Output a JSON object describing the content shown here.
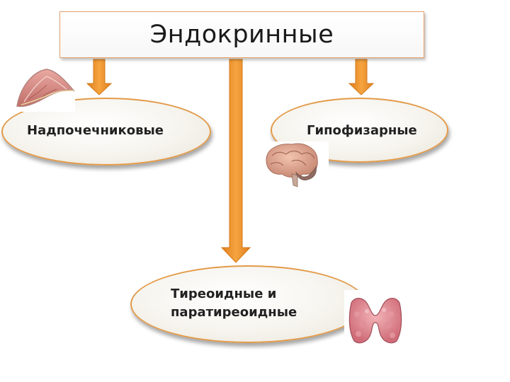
{
  "title": "Эндокринные",
  "nodes": {
    "adrenal": {
      "label": "Надпочечниковые"
    },
    "pituitary": {
      "label": "Гипофизарные"
    },
    "thyroid": {
      "line1": "Тиреоидные и",
      "line2": "паратиреоидные"
    }
  },
  "colors": {
    "arrow_fill": "#f0962e",
    "arrow_stroke": "#d07a1c",
    "ellipse_border": "#e39a48",
    "title_border": "#e8a06a"
  },
  "images": {
    "adrenal": "adrenal-gland-image",
    "brain": "brain-image",
    "thyroid": "thyroid-gland-image"
  }
}
